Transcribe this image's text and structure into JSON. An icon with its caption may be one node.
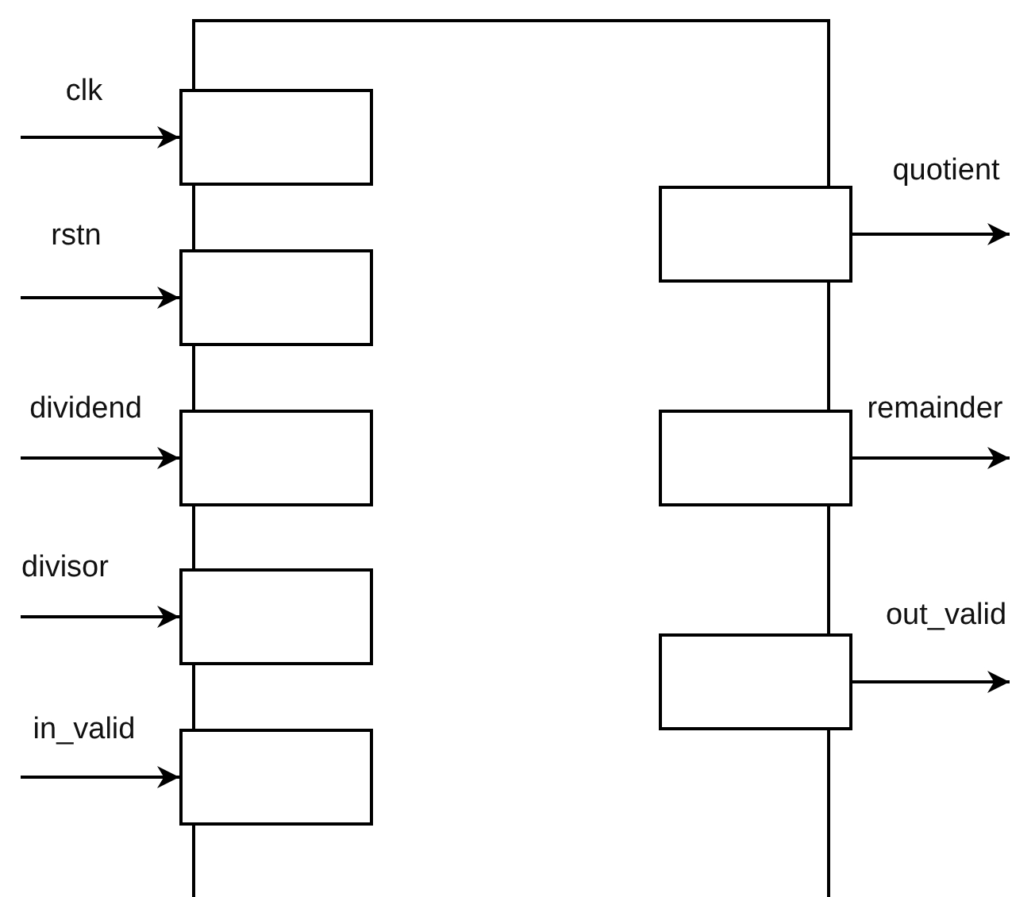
{
  "diagram": {
    "nodes": [
      {
        "text": [],
        "shape": "box"
      },
      {
        "text": [],
        "shape": "box"
      },
      {
        "text": [],
        "shape": "box"
      },
      {
        "text": [],
        "shape": "box"
      },
      {
        "text": [],
        "shape": "box"
      },
      {
        "text": [],
        "shape": "box"
      },
      {
        "text": [],
        "shape": "box"
      },
      {
        "text": [],
        "shape": "box"
      },
      {
        "text": [],
        "shape": "box"
      }
    ],
    "edges": [
      {
        "from": null,
        "to": 1,
        "arrow": "to",
        "label": "clk"
      },
      {
        "from": null,
        "to": 2,
        "arrow": "to",
        "label": "rstn"
      },
      {
        "from": null,
        "to": 3,
        "arrow": "to",
        "label": "dividend"
      },
      {
        "from": null,
        "to": 4,
        "arrow": "to",
        "label": "divisor"
      },
      {
        "from": null,
        "to": 5,
        "arrow": "to",
        "label": "in_valid"
      },
      {
        "from": 6,
        "to": null,
        "arrow": "to",
        "label": "quotient"
      },
      {
        "from": 7,
        "to": null,
        "arrow": "to",
        "label": "remainder"
      },
      {
        "from": 8,
        "to": null,
        "arrow": "to",
        "label": "out_valid"
      }
    ]
  }
}
